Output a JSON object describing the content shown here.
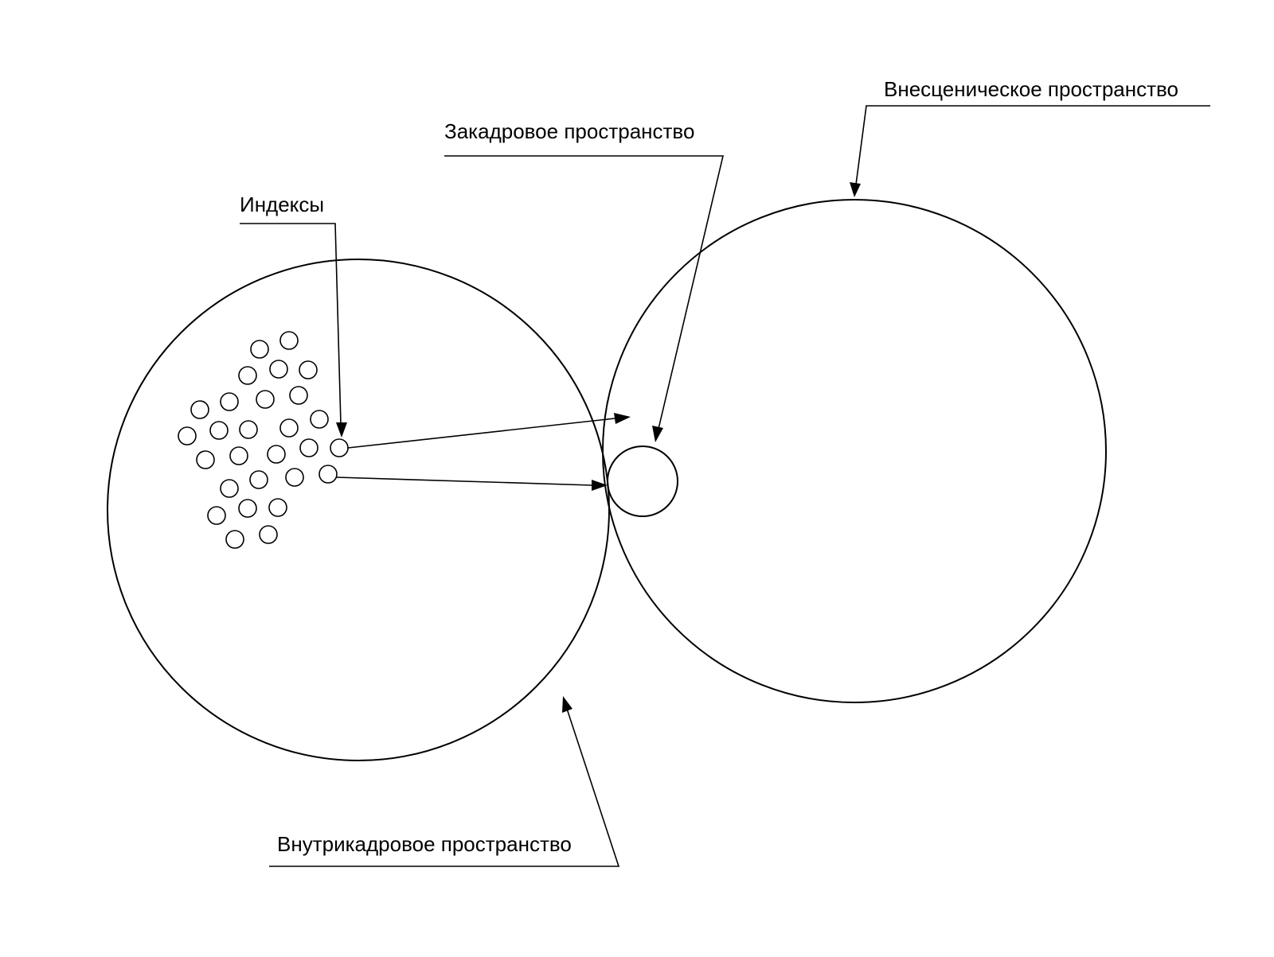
{
  "labels": {
    "offscene": "Внесценическое пространство",
    "offscreen": "Закадровое пространство",
    "indices": "Индексы",
    "inframe": "Внутрикадровое пространство"
  },
  "colors": {
    "stroke": "#000000",
    "background": "#ffffff"
  }
}
